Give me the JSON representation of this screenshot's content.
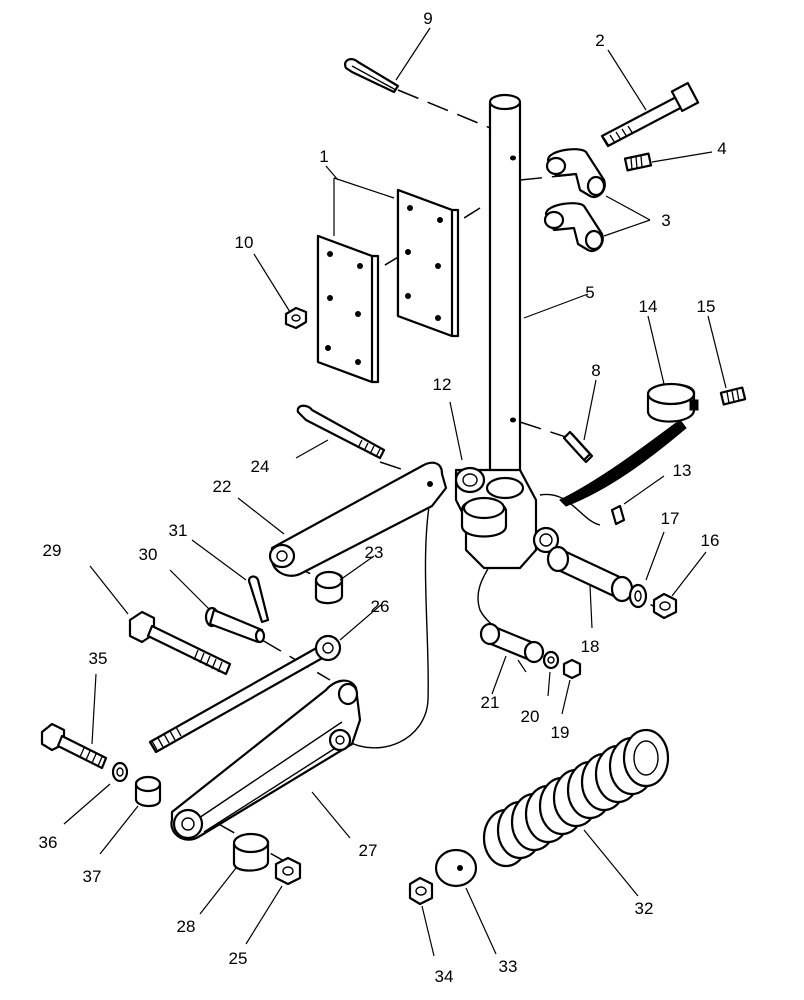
{
  "callouts": [
    {
      "id": "c1",
      "text": "1"
    },
    {
      "id": "c2",
      "text": "2"
    },
    {
      "id": "c3",
      "text": "3"
    },
    {
      "id": "c4",
      "text": "4"
    },
    {
      "id": "c5",
      "text": "5"
    },
    {
      "id": "c8",
      "text": "8"
    },
    {
      "id": "c9",
      "text": "9"
    },
    {
      "id": "c10",
      "text": "10"
    },
    {
      "id": "c12",
      "text": "12"
    },
    {
      "id": "c13",
      "text": "13"
    },
    {
      "id": "c14",
      "text": "14"
    },
    {
      "id": "c15",
      "text": "15"
    },
    {
      "id": "c16",
      "text": "16"
    },
    {
      "id": "c17",
      "text": "17"
    },
    {
      "id": "c18",
      "text": "18"
    },
    {
      "id": "c19",
      "text": "19"
    },
    {
      "id": "c20",
      "text": "20"
    },
    {
      "id": "c21",
      "text": "21"
    },
    {
      "id": "c22",
      "text": "22"
    },
    {
      "id": "c23",
      "text": "23"
    },
    {
      "id": "c24",
      "text": "24"
    },
    {
      "id": "c25",
      "text": "25"
    },
    {
      "id": "c26",
      "text": "26"
    },
    {
      "id": "c27",
      "text": "27"
    },
    {
      "id": "c28",
      "text": "28"
    },
    {
      "id": "c29",
      "text": "29"
    },
    {
      "id": "c30",
      "text": "30"
    },
    {
      "id": "c31",
      "text": "31"
    },
    {
      "id": "c32",
      "text": "32"
    },
    {
      "id": "c33",
      "text": "33"
    },
    {
      "id": "c34",
      "text": "34"
    },
    {
      "id": "c35",
      "text": "35"
    },
    {
      "id": "c36",
      "text": "36"
    },
    {
      "id": "c37",
      "text": "37"
    }
  ]
}
